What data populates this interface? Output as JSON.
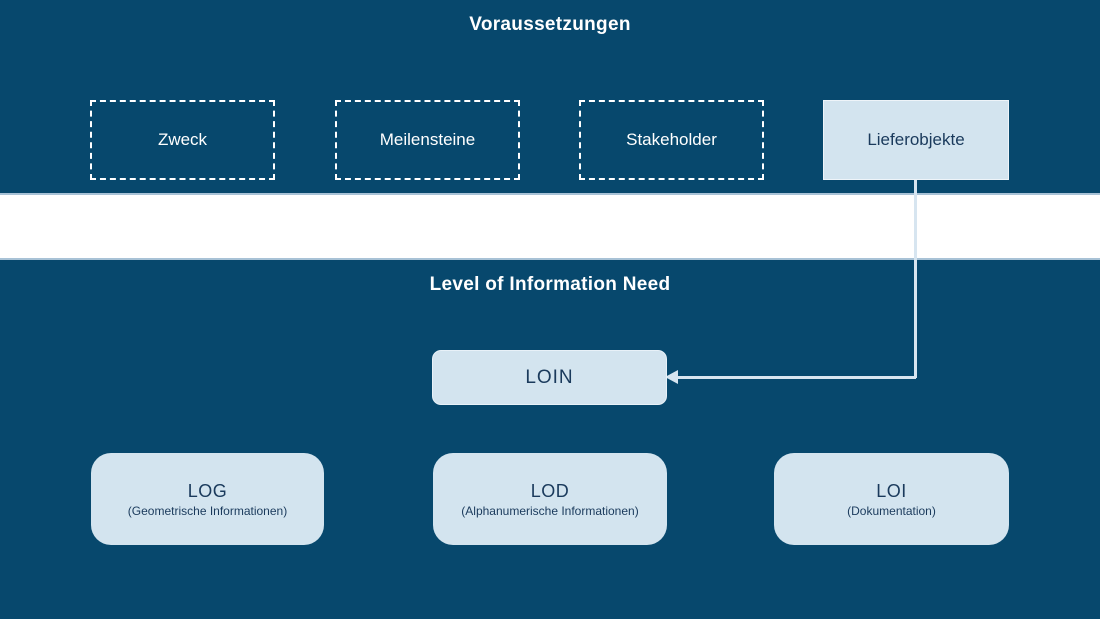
{
  "colors": {
    "background_dark": "#07486d",
    "box_light": "#d3e4ef",
    "box_text": "#1a3a5c",
    "white_text": "#ffffff",
    "connector": "#d7e5f0",
    "separator": "#a8c2d6",
    "gap_background": "#ffffff"
  },
  "top_section": {
    "title": "Voraussetzungen",
    "boxes": [
      {
        "label": "Zweck",
        "style": "dashed"
      },
      {
        "label": "Meilensteine",
        "style": "dashed"
      },
      {
        "label": "Stakeholder",
        "style": "dashed"
      },
      {
        "label": "Lieferobjekte",
        "style": "solid"
      }
    ]
  },
  "bottom_section": {
    "title": "Level of Information Need",
    "loin_box": {
      "label": "LOIN"
    },
    "detail_boxes": [
      {
        "label": "LOG",
        "sublabel": "(Geometrische Informationen)"
      },
      {
        "label": "LOD",
        "sublabel": "(Alphanumerische Informationen)"
      },
      {
        "label": "LOI",
        "sublabel": "(Dokumentation)"
      }
    ]
  }
}
